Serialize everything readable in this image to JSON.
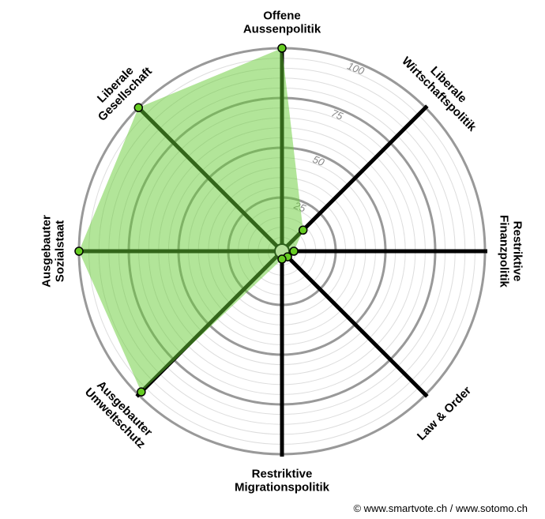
{
  "chart_data": {
    "type": "radar",
    "axes": [
      {
        "label": [
          "Offene",
          "Aussenpolitik"
        ],
        "value": 100
      },
      {
        "label": [
          "Liberale",
          "Wirtschaftspolitik"
        ],
        "value": 13
      },
      {
        "label": [
          "Restriktive",
          "Finanzpolitik"
        ],
        "value": 4
      },
      {
        "label": [
          "Law & Order"
        ],
        "value": 2
      },
      {
        "label": [
          "Restriktive",
          "Migrationspolitik"
        ],
        "value": 2
      },
      {
        "label": [
          "Ausgebauter",
          "Umweltschutz"
        ],
        "value": 98
      },
      {
        "label": [
          "Ausgebauter",
          "Sozialstaat"
        ],
        "value": 100
      },
      {
        "label": [
          "Liberale",
          "Gesellschaft"
        ],
        "value": 100
      }
    ],
    "range": [
      0,
      100
    ],
    "ticks": [
      25,
      50,
      75,
      100
    ],
    "minor_step": 5,
    "colors": {
      "fill": "#66cc33",
      "point": "#66cc22",
      "axis": "#000000",
      "major_grid": "#999999",
      "minor_grid": "#dddddd"
    }
  },
  "footer": {
    "copyright": "© www.smartvote.ch / www.sotomo.ch"
  }
}
